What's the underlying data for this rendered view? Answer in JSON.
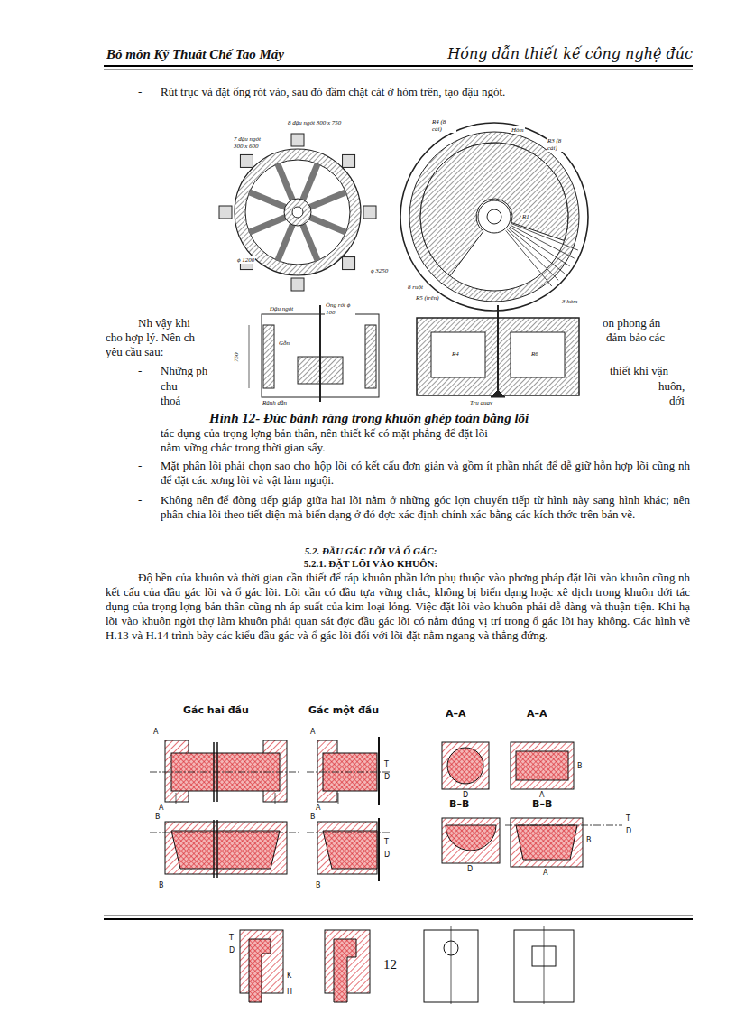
{
  "diagram": {
    "caption": "Hình 12- Đúc bánh răng trong khuôn ghép toàn bằng lõi",
    "labels": [
      "Bô môn Kỹ Thuât Chế Tao Máy",
      "Hóng dẫn thiết kế công nghệ đúc",
      "-",
      "Rút trục và đặt ống rót vào, sau đó đầm chặt cát ở hòm trên, tạo đậu ngót.",
      "8 đậu ngót 300 x 750",
      "7 đậu ngót 300 x 600",
      "ϕ 1200",
      "ϕ 3250",
      "R4 (8 cái)",
      "Hòm",
      "R3 (8 cái)",
      "R1",
      "8 ruột",
      "R5 (trên)",
      "3 hòm",
      "Đậu ngót",
      "Ống rót ϕ 100",
      "750",
      "Gỗn",
      "Rãnh dẫn",
      "Trụ quay",
      "R4",
      "R6",
      "Nh vậy khi",
      "on phong án",
      "cho hợp lý. Nên ch",
      "đảm bảo các",
      "yêu cầu sau:",
      "-",
      "Những ph",
      "thiết khi vận",
      "chu",
      "huôn,",
      "thoá",
      "dới",
      "tác dụng của trọng lợng bản thân, nên thiết kế có mặt phẳng để đặt lõi",
      "nằm vững chắc trong thời gian sấy.",
      "-",
      "Mặt phân lõi phải chọn sao cho hộp lõi có kết cấu đơn giản và gồm ít phần nhất để dễ giữ hỗn hợp lõi cũng nh để đặt các xơng lõi và vật làm nguội.",
      "-",
      "Không nên để đờng tiếp giáp giữa hai lõi nằm ở những góc lợn chuyển tiếp từ hình này sang hình khác; nên phân chia lõi theo tiết diện mà biến dạng ở đó đợc xác định chính xác bằng các kích thớc trên bản vẽ.",
      "5.2. ĐẦU GÁC LÕI VÀ Ổ GÁC:",
      "5.2.1. ĐẶT LÕI VÀO KHUÔN:",
      "Độ bền của khuôn và thời gian cần thiết để ráp khuôn phần lớn phụ thuộc vào phơng pháp đặt lõi vào khuôn cũng nh kết cấu của đầu gác lõi và ổ gác lõi. Lõi cần có đầu tựa vững chắc, không bị biến dạng hoặc xê dịch trong khuôn dới tác dụng của trọng lợng bản thân cũng nh áp suất của kim loại lỏng. Việc đặt lõi vào khuôn phải dễ dàng và thuận tiện. Khi hạ lõi vào khuôn ngời thợ làm khuôn phải quan sát đợc đầu gác lõi có nằm đúng vị trí trong ổ gác lõi hay không. Các hình vẽ H.13 và H.14 trình bày các kiểu đầu gác và ổ gác lõi đối với lõi đặt nằm ngang và thẳng đứng.",
      "Gác hai đầu",
      "Gác một đầu",
      "A–A",
      "A–A",
      "B–B",
      "B–B",
      "12",
      "A",
      "A",
      "A",
      "A",
      "T",
      "D",
      "D",
      "A",
      "B",
      "B",
      "B",
      "B",
      "B",
      "T",
      "D",
      "D",
      "A",
      "B",
      "T",
      "D",
      "T",
      "D",
      "K",
      "H"
    ]
  }
}
